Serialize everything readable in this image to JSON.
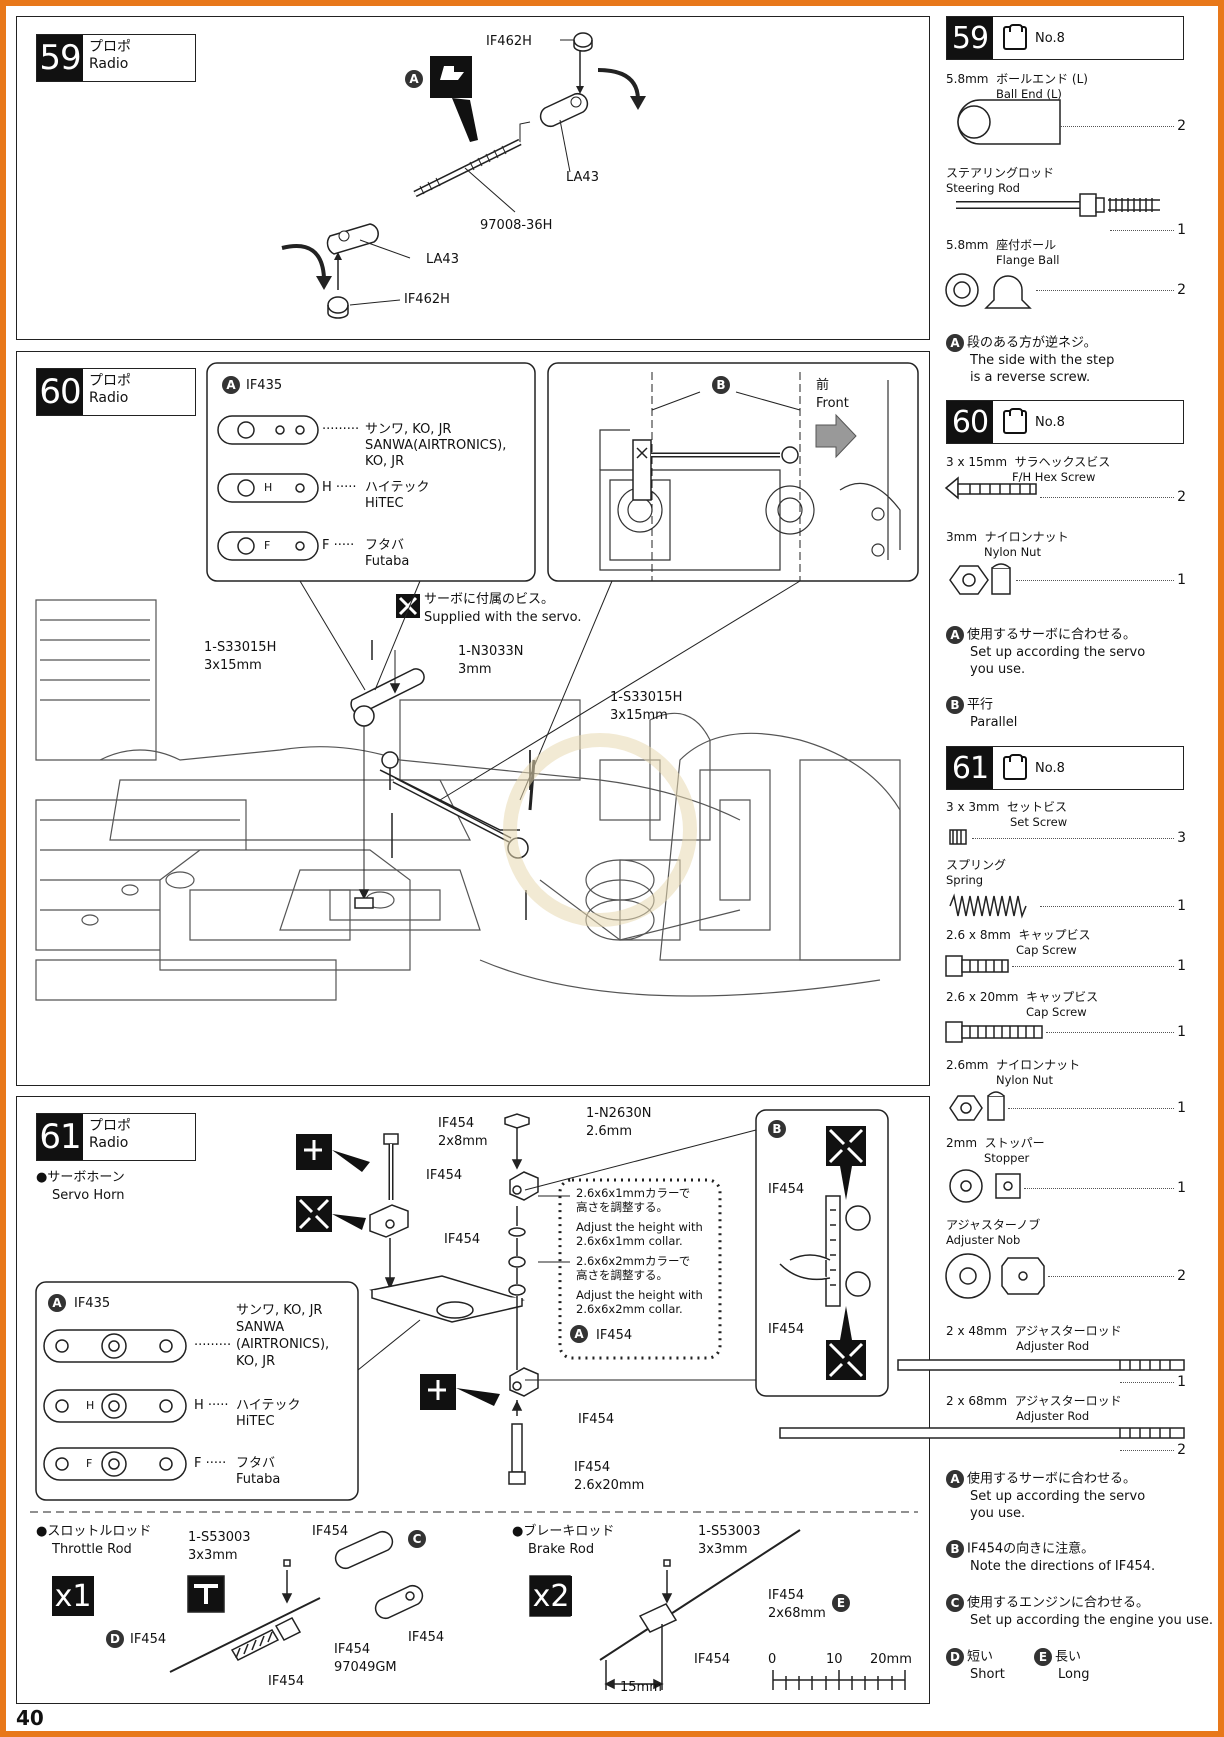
{
  "page_number": "40",
  "step59": {
    "num": "59",
    "jp": "プロポ",
    "en": "Radio",
    "callout_a": "A",
    "labels": {
      "if462h_top": "IF462H",
      "la43_top": "LA43",
      "rod": "97008-36H",
      "la43_bottom": "LA43",
      "if462h_bottom": "IF462H"
    }
  },
  "step60": {
    "num": "60",
    "jp": "プロポ",
    "en": "Radio",
    "inset_a": {
      "title": "IF435",
      "rows": [
        {
          "mark": "",
          "dots": "·········",
          "text": "サンワ, KO, JR\nSANWA(AIRTRONICS),\nKO, JR"
        },
        {
          "mark": "H",
          "dots": "H ·····",
          "text": "ハイテック\nHiTEC"
        },
        {
          "mark": "F",
          "dots": "F ·····",
          "text": "フタバ\nFutaba"
        }
      ]
    },
    "inset_b": {
      "label": "B",
      "front_jp": "前",
      "front_en": "Front"
    },
    "servo_screw_jp": "サーボに付属のビス。",
    "servo_screw_en": "Supplied with the servo.",
    "labels": {
      "s33015h_left": "1-S33015H",
      "s33015h_left_size": "3x15mm",
      "n3033n": "1-N3033N",
      "n3033n_size": "3mm",
      "s33015h_right": "1-S33015H",
      "s33015h_right_size": "3x15mm"
    }
  },
  "step61": {
    "num": "61",
    "jp": "プロポ",
    "en": "Radio",
    "servo_horn_jp": "●サーボホーン",
    "servo_horn_en": "Servo Horn",
    "inset_a": {
      "title": "IF435",
      "rows": [
        {
          "mark": "",
          "dots": "·········",
          "text": "サンワ, KO, JR\nSANWA\n(AIRTRONICS),\nKO, JR"
        },
        {
          "mark": "H",
          "dots": "H ·····",
          "text": "ハイテック\nHiTEC"
        },
        {
          "mark": "F",
          "dots": "F ·····",
          "text": "フタバ\nFutaba"
        }
      ]
    },
    "labels": {
      "if454_screw": "IF454",
      "if454_screw_size": "2x8mm",
      "if454_a": "IF454",
      "if454_b": "IF454",
      "n2630n": "1-N2630N",
      "n2630n_size": "2.6mm",
      "if454_c": "IF454",
      "collar1_jp": "2.6x6x1mmカラーで\n高さを調整する。",
      "collar1_en": "Adjust the height with\n2.6x6x1mm collar.",
      "collar2_jp": "2.6x6x2mmカラーで\n高さを調整する。",
      "collar2_en": "Adjust the height with\n2.6x6x2mm collar.",
      "if454_a_note": "IF454",
      "if454_d": "IF454",
      "if454_screw2": "IF454",
      "if454_screw2_size": "2.6x20mm",
      "b_if454_top": "IF454",
      "b_if454_bottom": "IF454"
    },
    "throttle": {
      "jp": "●スロットルロッド",
      "en": "Throttle Rod",
      "mult": "x1",
      "s53003": "1-S53003",
      "s53003_size": "3x3mm",
      "if454_top": "IF454",
      "if454_right": "IF454",
      "if454_d": "IF454",
      "if454_mid": "IF454",
      "part": "97049GM",
      "if454_bottom": "IF454"
    },
    "brake": {
      "jp": "●ブレーキロッド",
      "en": "Brake Rod",
      "mult": "x2",
      "s53003": "1-S53003",
      "s53003_size": "3x3mm",
      "if454_rod": "IF454",
      "rod_size": "2x68mm",
      "if454_bottom": "IF454",
      "len": "15mm",
      "scale": [
        "0",
        "10",
        "20mm"
      ]
    }
  },
  "sidebar": {
    "s59": {
      "num": "59",
      "bag": "No.8",
      "parts": [
        {
          "size": "5.8mm",
          "jp": "ボールエンド (L)",
          "en": "Ball End (L)",
          "qty": "2"
        },
        {
          "size": "",
          "jp": "ステアリングロッド",
          "en": "Steering Rod",
          "qty": "1"
        },
        {
          "size": "5.8mm",
          "jp": "座付ボール",
          "en": "Flange Ball",
          "qty": "2"
        }
      ],
      "note_a_jp": "段のある方が逆ネジ。",
      "note_a_en": "The side with the step\nis a reverse screw."
    },
    "s60": {
      "num": "60",
      "bag": "No.8",
      "parts": [
        {
          "size": "3 x 15mm",
          "jp": "サラヘックスビス",
          "en": "F/H Hex Screw",
          "qty": "2"
        },
        {
          "size": "3mm",
          "jp": "ナイロンナット",
          "en": "Nylon Nut",
          "qty": "1"
        }
      ],
      "note_a_jp": "使用するサーボに合わせる。",
      "note_a_en": "Set up according the servo\nyou use.",
      "note_b_jp": "平行",
      "note_b_en": "Parallel"
    },
    "s61": {
      "num": "61",
      "bag": "No.8",
      "parts": [
        {
          "size": "3 x 3mm",
          "jp": "セットビス",
          "en": "Set Screw",
          "qty": "3"
        },
        {
          "size": "",
          "jp": "スプリング",
          "en": "Spring",
          "qty": "1"
        },
        {
          "size": "2.6 x 8mm",
          "jp": "キャップビス",
          "en": "Cap Screw",
          "qty": "1"
        },
        {
          "size": "2.6 x 20mm",
          "jp": "キャップビス",
          "en": "Cap Screw",
          "qty": "1"
        },
        {
          "size": "2.6mm",
          "jp": "ナイロンナット",
          "en": "Nylon Nut",
          "qty": "1"
        },
        {
          "size": "2mm",
          "jp": "ストッパー",
          "en": "Stopper",
          "qty": "1"
        },
        {
          "size": "",
          "jp": "アジャスターノブ",
          "en": "Adjuster Nob",
          "qty": "2"
        },
        {
          "size": "2 x 48mm",
          "jp": "アジャスターロッド",
          "en": "Adjuster Rod",
          "qty": "1"
        },
        {
          "size": "2 x 68mm",
          "jp": "アジャスターロッド",
          "en": "Adjuster Rod",
          "qty": "2"
        }
      ],
      "note_a_jp": "使用するサーボに合わせる。",
      "note_a_en": "Set up according the servo\nyou use.",
      "note_b_jp": "IF454の向きに注意。",
      "note_b_en": "Note the directions of IF454.",
      "note_c_jp": "使用するエンジンに合わせる。",
      "note_c_en": "Set up according the engine you use.",
      "note_d_jp": "短い",
      "note_d_en": "Short",
      "note_e_jp": "長い",
      "note_e_en": "Long"
    }
  }
}
